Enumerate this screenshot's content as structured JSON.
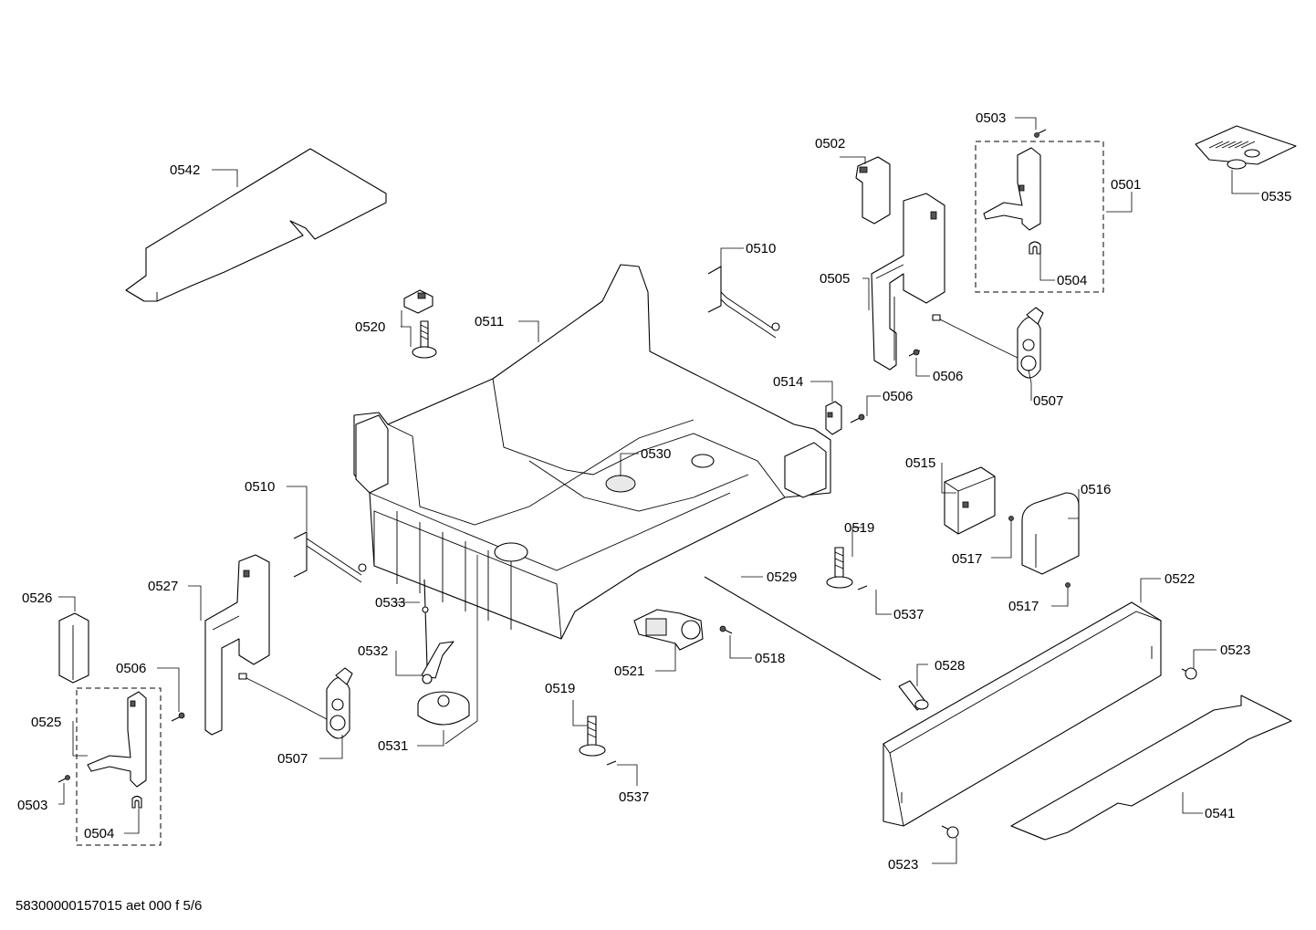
{
  "footer": "58300000157015 aet 000 f 5/6",
  "labels": {
    "l0542": "0542",
    "l0520": "0520",
    "l0511": "0511",
    "l0510a": "0510",
    "l0510b": "0510",
    "l0502": "0502",
    "l0503a": "0503",
    "l0501": "0501",
    "l0535": "0535",
    "l0504a": "0504",
    "l0505": "0505",
    "l0506a": "0506",
    "l0506b": "0506",
    "l0507a": "0507",
    "l0514": "0514",
    "l0530": "0530",
    "l0515": "0515",
    "l0516": "0516",
    "l0519a": "0519",
    "l0517a": "0517",
    "l0517b": "0517",
    "l0537a": "0537",
    "l0529": "0529",
    "l0522": "0522",
    "l0526": "0526",
    "l0527": "0527",
    "l0533": "0533",
    "l0532": "0532",
    "l0506c": "0506",
    "l0525": "0525",
    "l0507b": "0507",
    "l0531": "0531",
    "l0503b": "0503",
    "l0504b": "0504",
    "l0521": "0521",
    "l0518": "0518",
    "l0528": "0528",
    "l0523a": "0523",
    "l0519b": "0519",
    "l0537b": "0537",
    "l0541": "0541",
    "l0523b": "0523"
  }
}
